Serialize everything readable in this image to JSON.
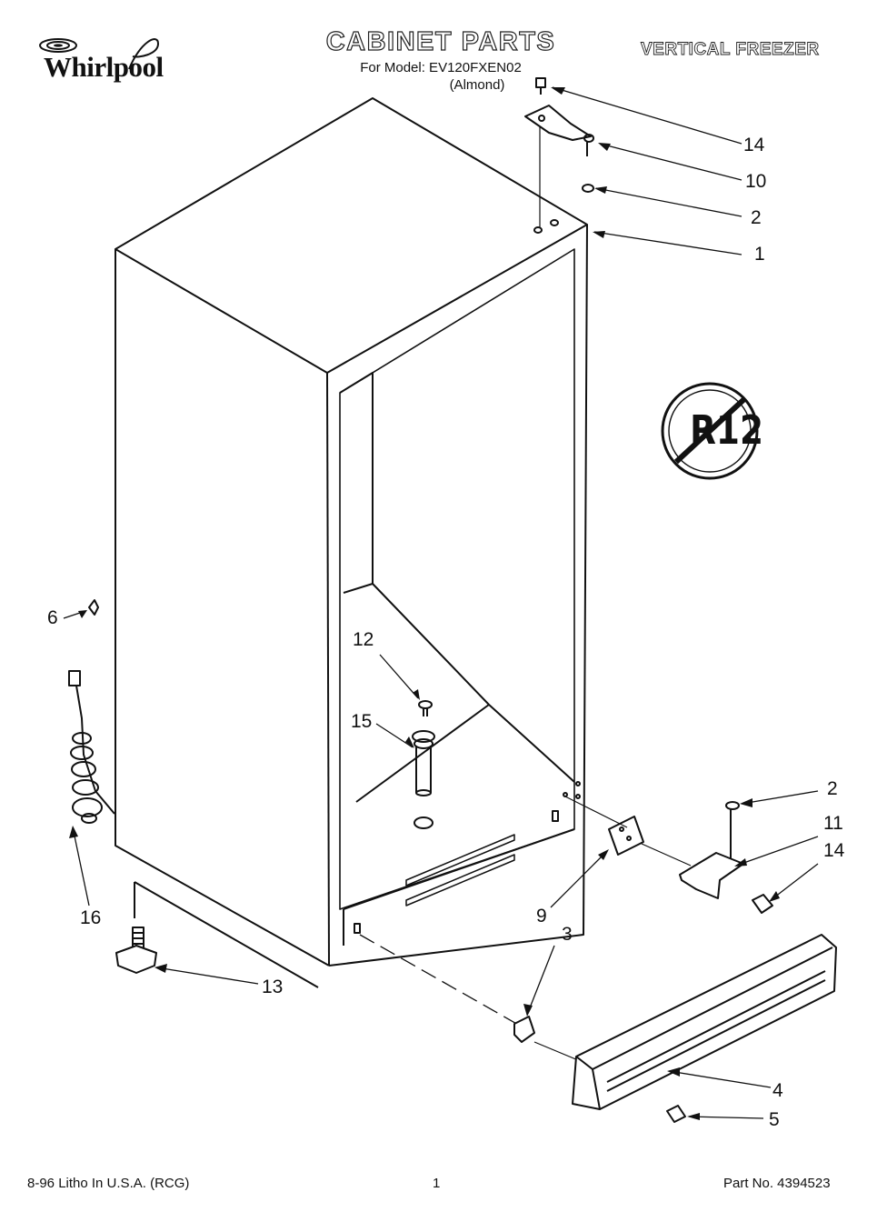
{
  "header": {
    "brand": "Whirlpool",
    "title": "CABINET PARTS",
    "model_line": "For Model: EV120FXEN02",
    "variant_line": "(Almond)",
    "product_type": "VERTICAL FREEZER"
  },
  "badge": {
    "text": "R12"
  },
  "callouts": [
    "14",
    "10",
    "2",
    "1",
    "6",
    "12",
    "15",
    "16",
    "13",
    "2",
    "11",
    "14",
    "9",
    "3",
    "4",
    "5"
  ],
  "footer": {
    "left": "8-96 Litho In U.S.A. (RCG)",
    "page": "1",
    "part_no": "Part No. 4394523"
  }
}
